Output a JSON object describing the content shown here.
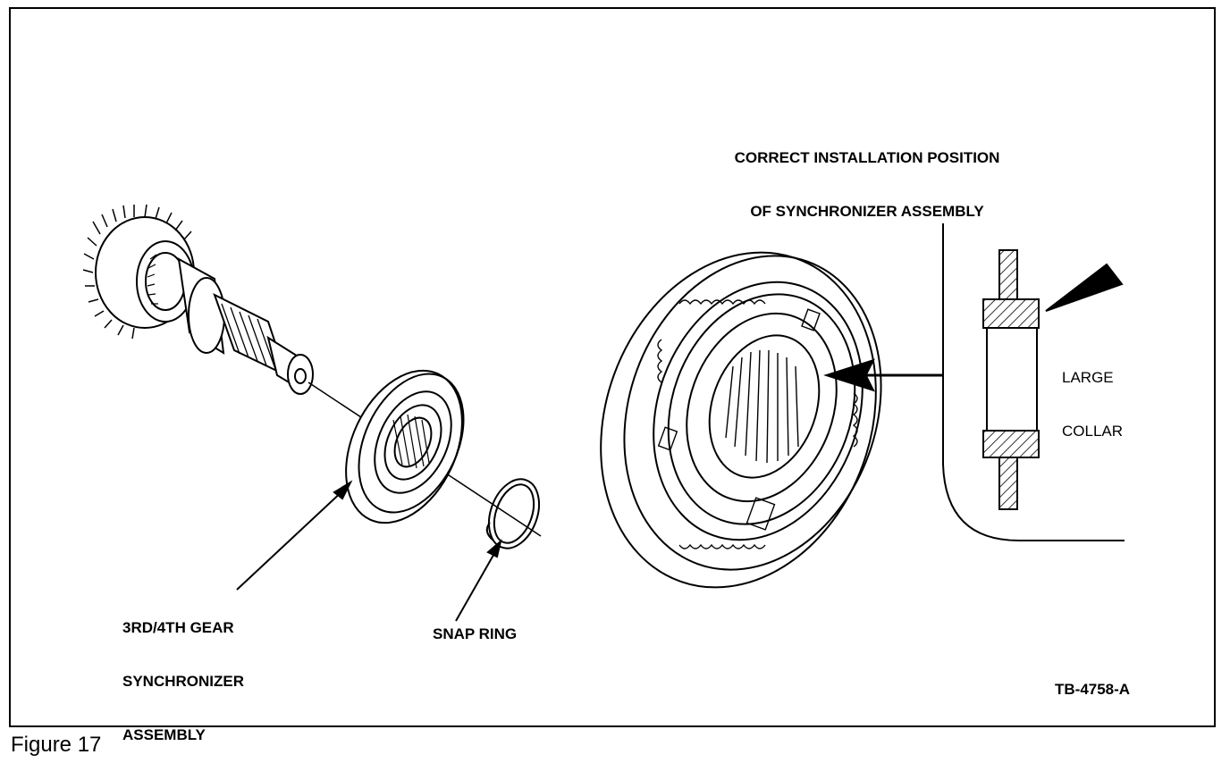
{
  "diagram": {
    "title_line1": "CORRECT INSTALLATION POSITION",
    "title_line2": "OF SYNCHRONIZER ASSEMBLY",
    "label_synchronizer_line1": "3RD/4TH GEAR",
    "label_synchronizer_line2": "SYNCHRONIZER",
    "label_synchronizer_line3": "ASSEMBLY",
    "label_snap_ring": "SNAP RING",
    "label_collar_line1": "LARGE",
    "label_collar_line2": "COLLAR",
    "figure_code": "TB-4758-A"
  },
  "caption": "Figure 17"
}
